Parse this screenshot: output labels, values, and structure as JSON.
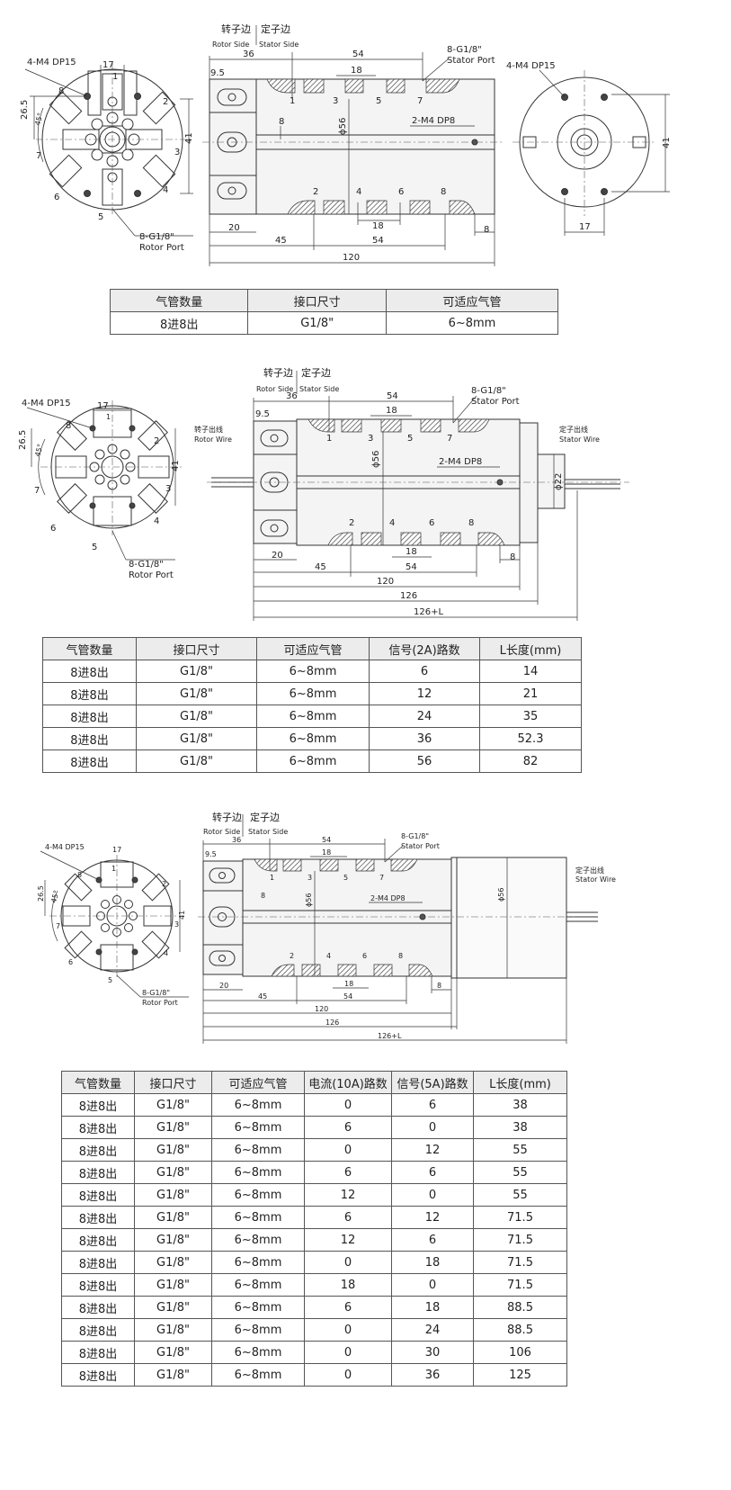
{
  "labels": {
    "rotor_side_cn": "转子边",
    "stator_side_cn": "定子边",
    "rotor_side_en": "Rotor Side",
    "stator_side_en": "Stator Side",
    "holes_4m4": "4-M4 DP15",
    "holes_2m4": "2-M4 DP8",
    "rotor_port_1": "8-G1/8\"",
    "rotor_port_2": "Rotor Port",
    "stator_port_1": "8-G1/8\"",
    "stator_port_2": "Stator Port",
    "rotor_wire_cn": "转子出线",
    "rotor_wire_en": "Rotor Wire",
    "stator_wire_cn": "定子出线",
    "stator_wire_en": "Stator Wire",
    "phi56": "ϕ56",
    "phi22": "ϕ22",
    "angle45": "45°"
  },
  "dims": {
    "d17": "17",
    "d26_5": "26.5",
    "d41": "41",
    "d36": "36",
    "d54": "54",
    "d18": "18",
    "d9_5": "9.5",
    "d8": "8",
    "d20": "20",
    "d45": "45",
    "d120": "120",
    "d126": "126",
    "d126L": "126+L"
  },
  "ports": {
    "p1": "1",
    "p2": "2",
    "p3": "3",
    "p4": "4",
    "p5": "5",
    "p6": "6",
    "p7": "7",
    "p8": "8"
  },
  "table1": {
    "headers": [
      "气管数量",
      "接口尺寸",
      "可适应气管"
    ],
    "rows": [
      [
        "8进8出",
        "G1/8\"",
        "6~8mm"
      ]
    ]
  },
  "table2": {
    "headers": [
      "气管数量",
      "接口尺寸",
      "可适应气管",
      "信号(2A)路数",
      "L长度(mm)"
    ],
    "rows": [
      [
        "8进8出",
        "G1/8\"",
        "6~8mm",
        "6",
        "14"
      ],
      [
        "8进8出",
        "G1/8\"",
        "6~8mm",
        "12",
        "21"
      ],
      [
        "8进8出",
        "G1/8\"",
        "6~8mm",
        "24",
        "35"
      ],
      [
        "8进8出",
        "G1/8\"",
        "6~8mm",
        "36",
        "52.3"
      ],
      [
        "8进8出",
        "G1/8\"",
        "6~8mm",
        "56",
        "82"
      ]
    ]
  },
  "table3": {
    "headers": [
      "气管数量",
      "接口尺寸",
      "可适应气管",
      "电流(10A)路数",
      "信号(5A)路数",
      "L长度(mm)"
    ],
    "rows": [
      [
        "8进8出",
        "G1/8\"",
        "6~8mm",
        "0",
        "6",
        "38"
      ],
      [
        "8进8出",
        "G1/8\"",
        "6~8mm",
        "6",
        "0",
        "38"
      ],
      [
        "8进8出",
        "G1/8\"",
        "6~8mm",
        "0",
        "12",
        "55"
      ],
      [
        "8进8出",
        "G1/8\"",
        "6~8mm",
        "6",
        "6",
        "55"
      ],
      [
        "8进8出",
        "G1/8\"",
        "6~8mm",
        "12",
        "0",
        "55"
      ],
      [
        "8进8出",
        "G1/8\"",
        "6~8mm",
        "6",
        "12",
        "71.5"
      ],
      [
        "8进8出",
        "G1/8\"",
        "6~8mm",
        "12",
        "6",
        "71.5"
      ],
      [
        "8进8出",
        "G1/8\"",
        "6~8mm",
        "0",
        "18",
        "71.5"
      ],
      [
        "8进8出",
        "G1/8\"",
        "6~8mm",
        "18",
        "0",
        "71.5"
      ],
      [
        "8进8出",
        "G1/8\"",
        "6~8mm",
        "6",
        "18",
        "88.5"
      ],
      [
        "8进8出",
        "G1/8\"",
        "6~8mm",
        "0",
        "24",
        "88.5"
      ],
      [
        "8进8出",
        "G1/8\"",
        "6~8mm",
        "0",
        "30",
        "106"
      ],
      [
        "8进8出",
        "G1/8\"",
        "6~8mm",
        "0",
        "36",
        "125"
      ]
    ]
  }
}
